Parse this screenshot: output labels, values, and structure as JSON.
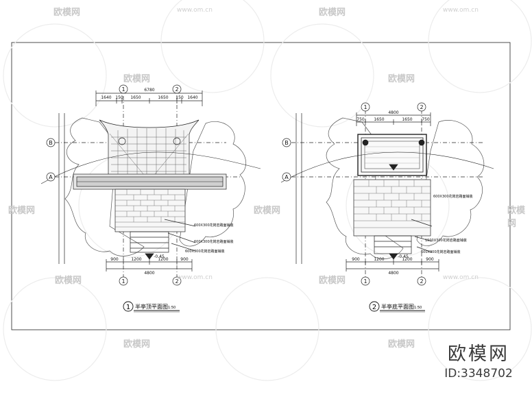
{
  "watermark": {
    "name": "欧模网",
    "url": "www.om.cn"
  },
  "brand": {
    "name": "欧模网",
    "id": "ID:3348702"
  },
  "drawings": [
    {
      "number": "1",
      "title": "半亭顶平面图",
      "scale": "1:50",
      "axes_top": [
        "1",
        "2"
      ],
      "axes_side": [
        "B",
        "A"
      ],
      "dims_top_total": "6780",
      "dims_top_parts": [
        "1640",
        "150",
        "1650",
        "1650",
        "150",
        "1640"
      ],
      "dims_bottom_parts": [
        "900",
        "1200",
        "1200",
        "900"
      ],
      "dims_bottom_total": "4800",
      "elevation": "-0.45",
      "notes": [
        "600X300花岗岩路面铺装",
        "600X300花岗岩路面铺装",
        "600X300花岗岩路面铺装"
      ]
    },
    {
      "number": "2",
      "title": "半亭底平面图",
      "scale": "1:50",
      "axes_top": [
        "1",
        "2"
      ],
      "axes_side": [
        "B",
        "A"
      ],
      "dims_top_total": "4800",
      "dims_top_parts": [
        "750",
        "1650",
        "1650",
        "750"
      ],
      "dims_bottom_parts": [
        "900",
        "1200",
        "1200",
        "900"
      ],
      "dims_bottom_total": "4800",
      "elevation": "-0.45",
      "notes": [
        "600X300花岗岩路面铺装",
        "1500X300花岗岩路面铺装",
        "600X300花岗岩路面铺装"
      ]
    }
  ]
}
